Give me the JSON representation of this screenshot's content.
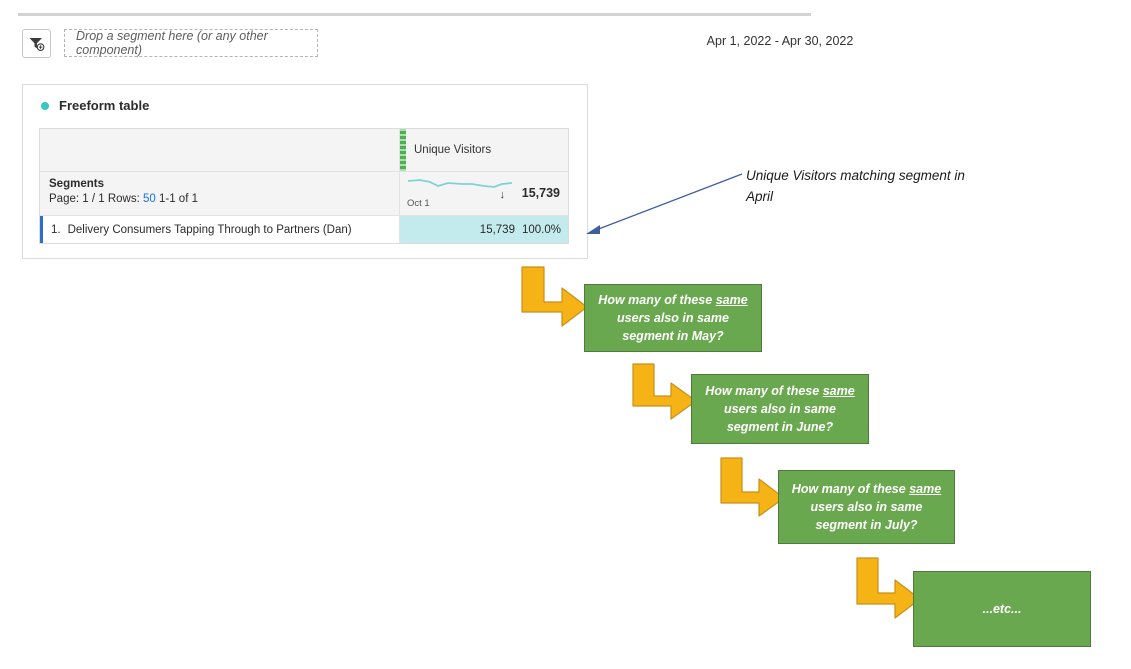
{
  "toolbar": {
    "filter_icon": "segment-filter-icon",
    "drop_zone_placeholder": "Drop a segment here (or any other component)",
    "date_range": "Apr 1, 2022 - Apr 30, 2022"
  },
  "panel": {
    "title": "Freeform table",
    "dot_color": "#38c8c3"
  },
  "table": {
    "metric_header": "Unique Visitors",
    "summary": {
      "title": "Segments",
      "page_label": "Page: 1 / 1",
      "rows_label": "Rows:",
      "rows_value": "50",
      "range_label": "1-1 of 1",
      "sparkline_start_label": "Oct 1",
      "trend_arrow": "↓",
      "total": "15,739"
    },
    "rows": [
      {
        "rank": "1.",
        "name": "Delivery Consumers Tapping Through to Partners (Dan)",
        "value": "15,739",
        "percent": "100.0%"
      }
    ]
  },
  "annotation": {
    "text": "Unique Visitors matching segment in April",
    "line_color": "#3c5f9e"
  },
  "callouts": [
    {
      "lead": "How many of these",
      "emphasis": "same",
      "rest_line1": "users also in same",
      "rest_line2": "segment in May?"
    },
    {
      "lead": "How many of these",
      "emphasis": "same",
      "rest_line1": "users also in same",
      "rest_line2": "segment in June?"
    },
    {
      "lead": "How many of these",
      "emphasis": "same",
      "rest_line1": "users also in same",
      "rest_line2": "segment in July?"
    },
    {
      "lead": "...etc...",
      "emphasis": "",
      "rest_line1": "",
      "rest_line2": ""
    }
  ],
  "colors": {
    "callout_fill": "#6aa84f",
    "callout_border": "#4e7a3a",
    "arrow_fill": "#f5b315",
    "arrow_border": "#c98f1a",
    "metric_cell": "#c3eaec",
    "drag_handle": "#4caf50",
    "row_accent": "#2c6ecb",
    "sparkline": "#7fd4d0"
  }
}
